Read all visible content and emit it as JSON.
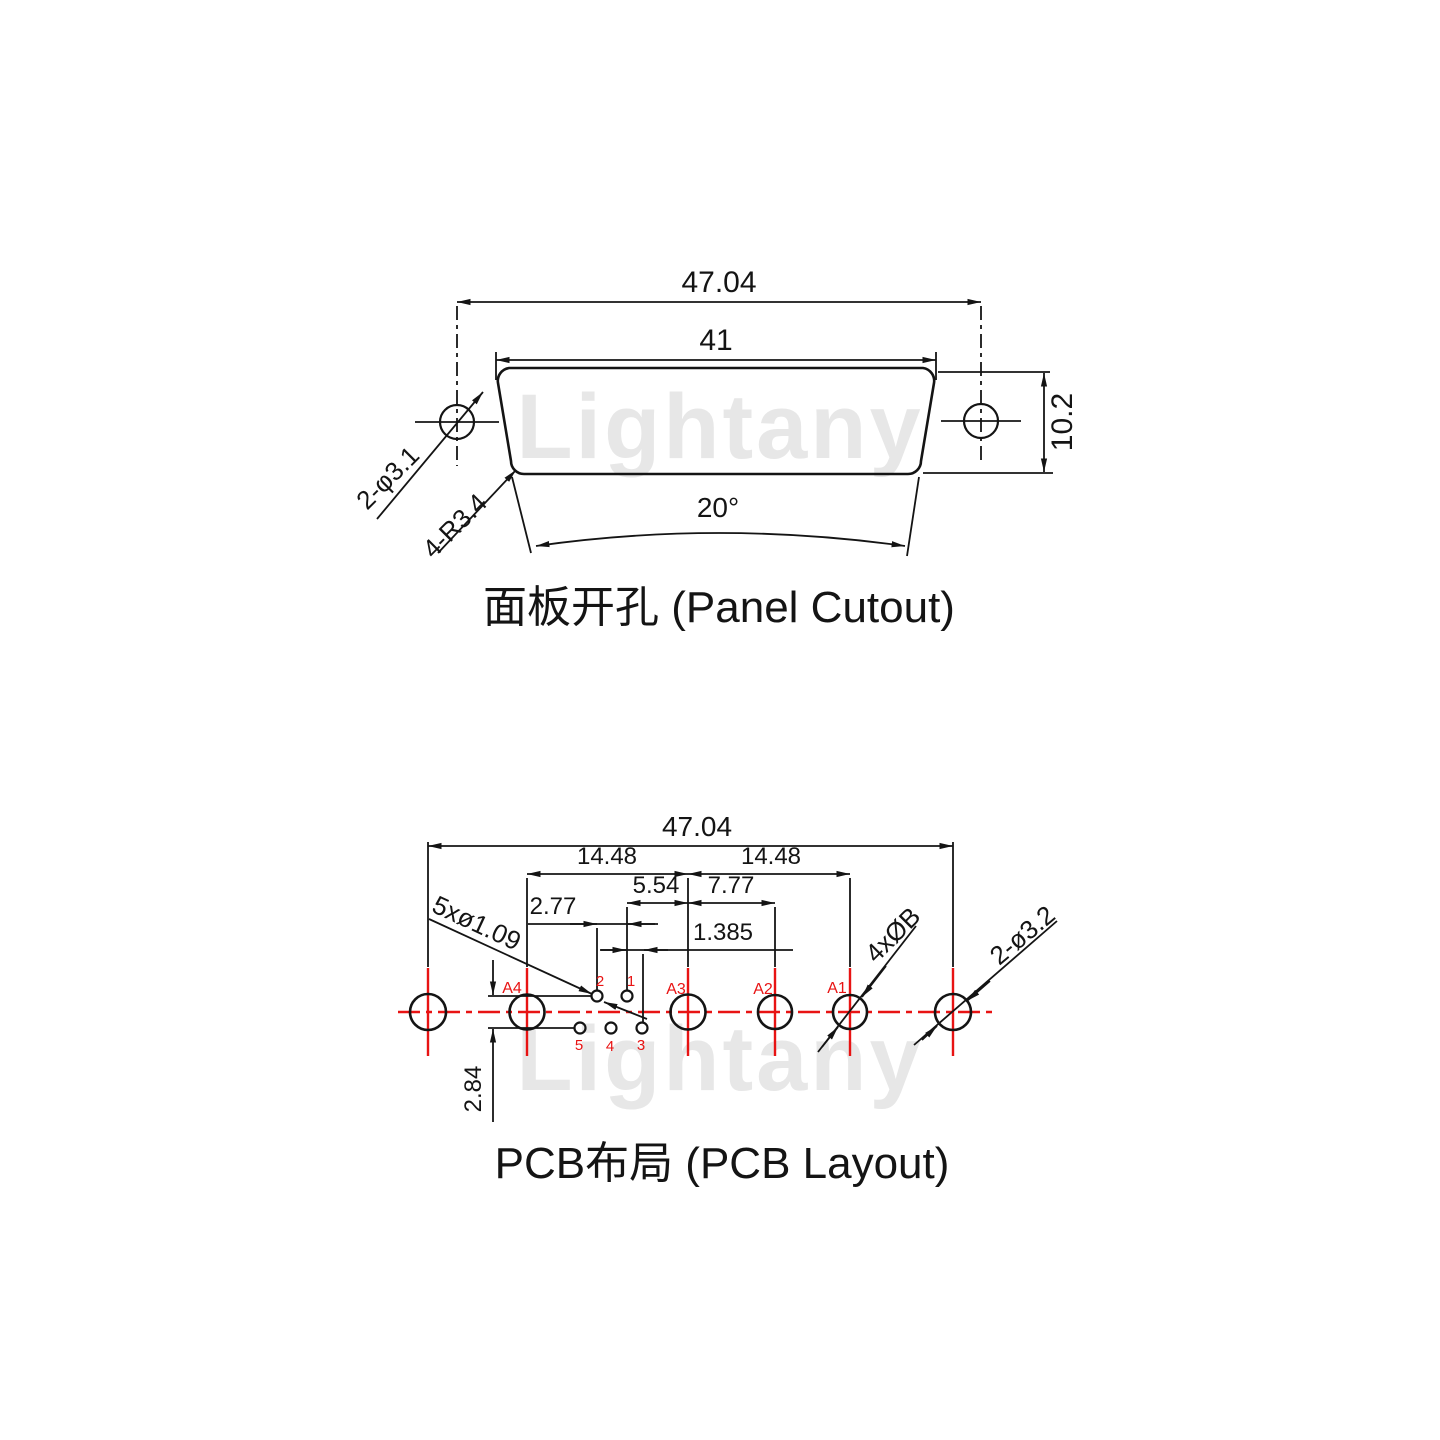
{
  "watermark": {
    "text": "Lightany"
  },
  "panel_cutout": {
    "title": "面板开孔 (Panel Cutout)",
    "dim_overall_width": "47.04",
    "dim_opening_top_width": "41",
    "dim_opening_height": "10.2",
    "dim_side_angle": "20°",
    "label_mounting_holes": "2-φ3.1",
    "label_corner_radius": "4-R3.4"
  },
  "pcb_layout": {
    "title": "PCB布局 (PCB Layout)",
    "dim_mount_hole_span": "47.04",
    "dim_a4_to_a3": "14.48",
    "dim_a3_to_a1": "14.48",
    "dim_pin1_to_a3": "5.54",
    "dim_a3_to_a2": "7.77",
    "dim_pin_pitch": "2.77",
    "dim_row_offset": "1.385",
    "dim_row_spacing": "2.84",
    "label_signal_pins": "5xø1.09",
    "label_coax_holes": "4xØB",
    "label_mounting_holes": "2-ø3.2",
    "coax_labels": [
      "A4",
      "A3",
      "A2",
      "A1"
    ],
    "pin_row_top": [
      "2",
      "1"
    ],
    "pin_row_bottom": [
      "5",
      "4",
      "3"
    ]
  },
  "colors": {
    "line": "#141414",
    "centerline_red": "#e81313",
    "watermark": "#e7e7e7"
  }
}
